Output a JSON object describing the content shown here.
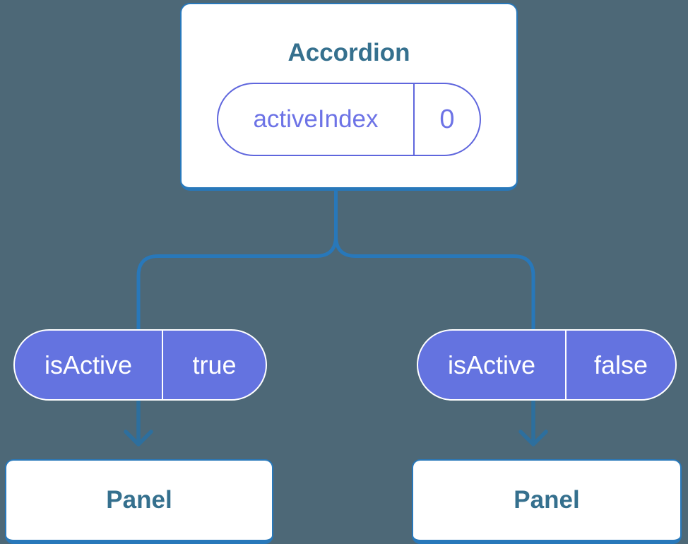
{
  "colors": {
    "background": "#4d6877",
    "connector_blue": "#2878ba",
    "arrow_blue": "#2d6f9e",
    "card_fill": "#ffffff",
    "card_border_blue": "#2878ba",
    "heading_text_blue": "#35708e",
    "state_pill_border_purple": "#5f66dd",
    "state_pill_text_purple": "#6d73e6",
    "prop_pill_fill_purple": "#6473e0",
    "prop_pill_text": "#ffffff"
  },
  "tree": {
    "root": {
      "title": "Accordion",
      "state": {
        "name": "activeIndex",
        "value": "0"
      }
    },
    "children": [
      {
        "prop": {
          "name": "isActive",
          "value": "true"
        },
        "child": {
          "title": "Panel"
        }
      },
      {
        "prop": {
          "name": "isActive",
          "value": "false"
        },
        "child": {
          "title": "Panel"
        }
      }
    ]
  }
}
